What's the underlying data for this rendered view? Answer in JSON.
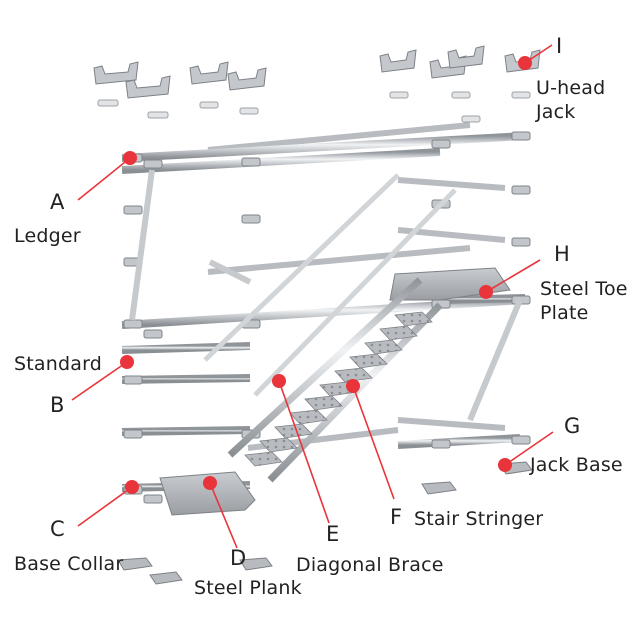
{
  "accent_color": "#e8343a",
  "callouts": [
    {
      "id": "A",
      "letter": "A",
      "name": "Ledger"
    },
    {
      "id": "B",
      "letter": "B",
      "name": "Standard"
    },
    {
      "id": "C",
      "letter": "C",
      "name": "Base Collar"
    },
    {
      "id": "D",
      "letter": "D",
      "name": "Steel Plank"
    },
    {
      "id": "E",
      "letter": "E",
      "name": "Diagonal Brace"
    },
    {
      "id": "F",
      "letter": "F",
      "name": "Stair Stringer"
    },
    {
      "id": "G",
      "letter": "G",
      "name": "Jack Base"
    },
    {
      "id": "H",
      "letter": "H",
      "name": "Steel Toe Plate"
    },
    {
      "id": "I",
      "letter": "I",
      "name": "U-head Jack"
    }
  ]
}
